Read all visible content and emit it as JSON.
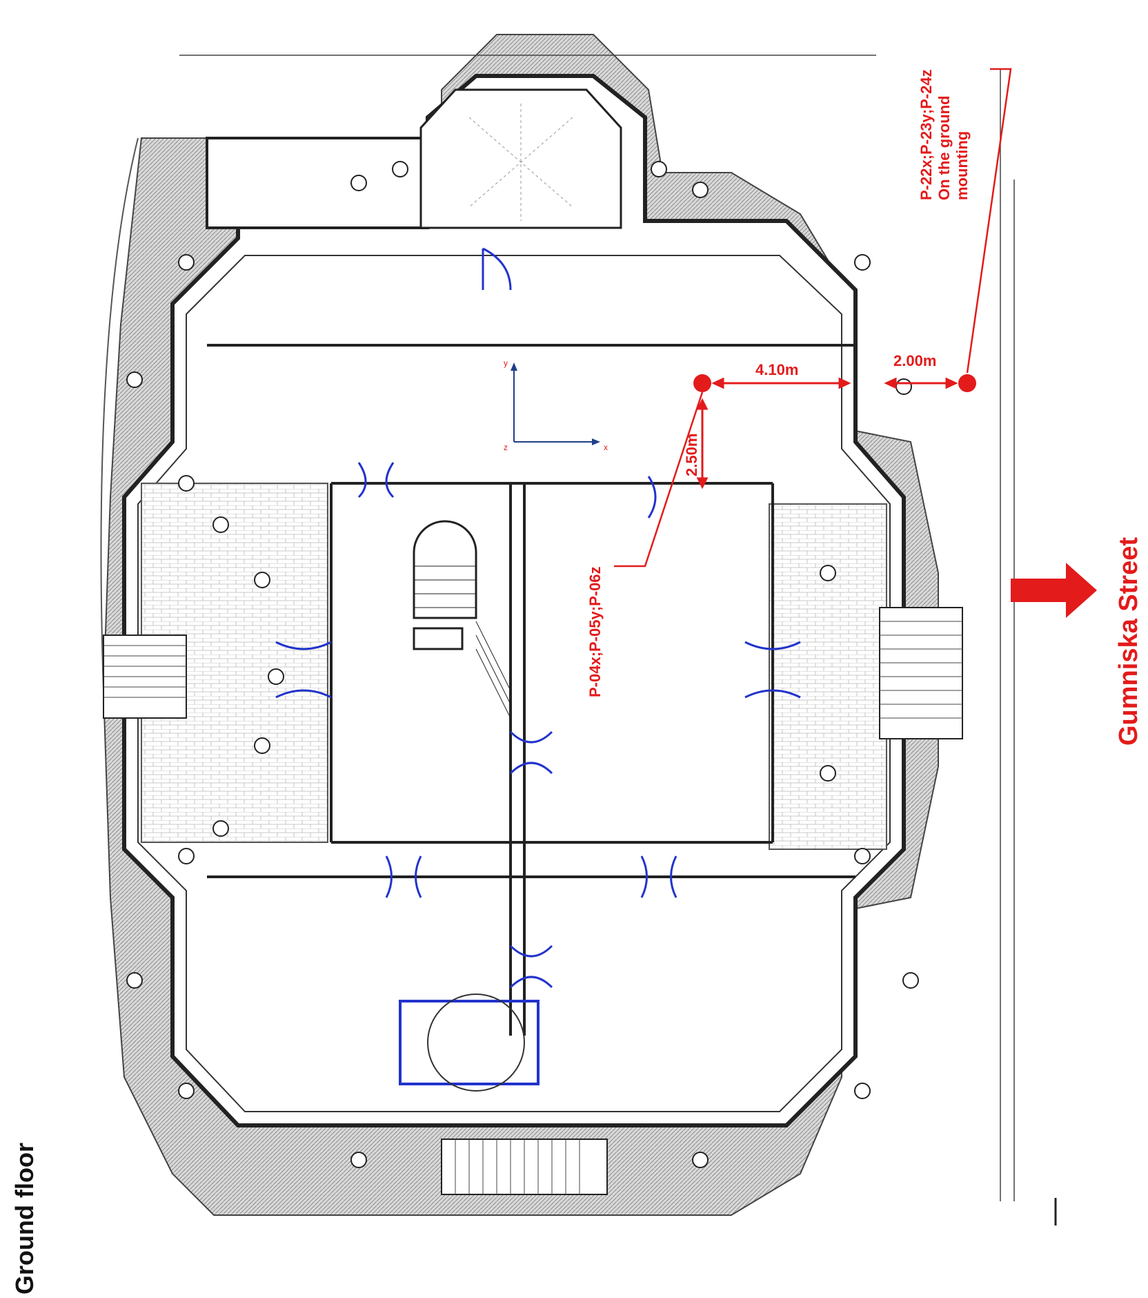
{
  "floor_label": "Ground floor",
  "street_label": "Gumniska Street",
  "sensor_points": {
    "top_right_label_lines": [
      "P-22x;P-23y;P-24z",
      "On the ground",
      "mounting"
    ],
    "mid_label": "P-04x;P-05y;P-06z"
  },
  "dimensions": {
    "horizontal_main": "4.10m",
    "horizontal_outer": "2.00m",
    "vertical": "2.50m"
  },
  "axes": {
    "x": "x",
    "y": "y",
    "z": "z"
  },
  "colors": {
    "accent_red": "#e31b1b",
    "door_blue": "#2233cc",
    "line_dark": "#222222",
    "hatch_gray": "#9a9a9a"
  }
}
